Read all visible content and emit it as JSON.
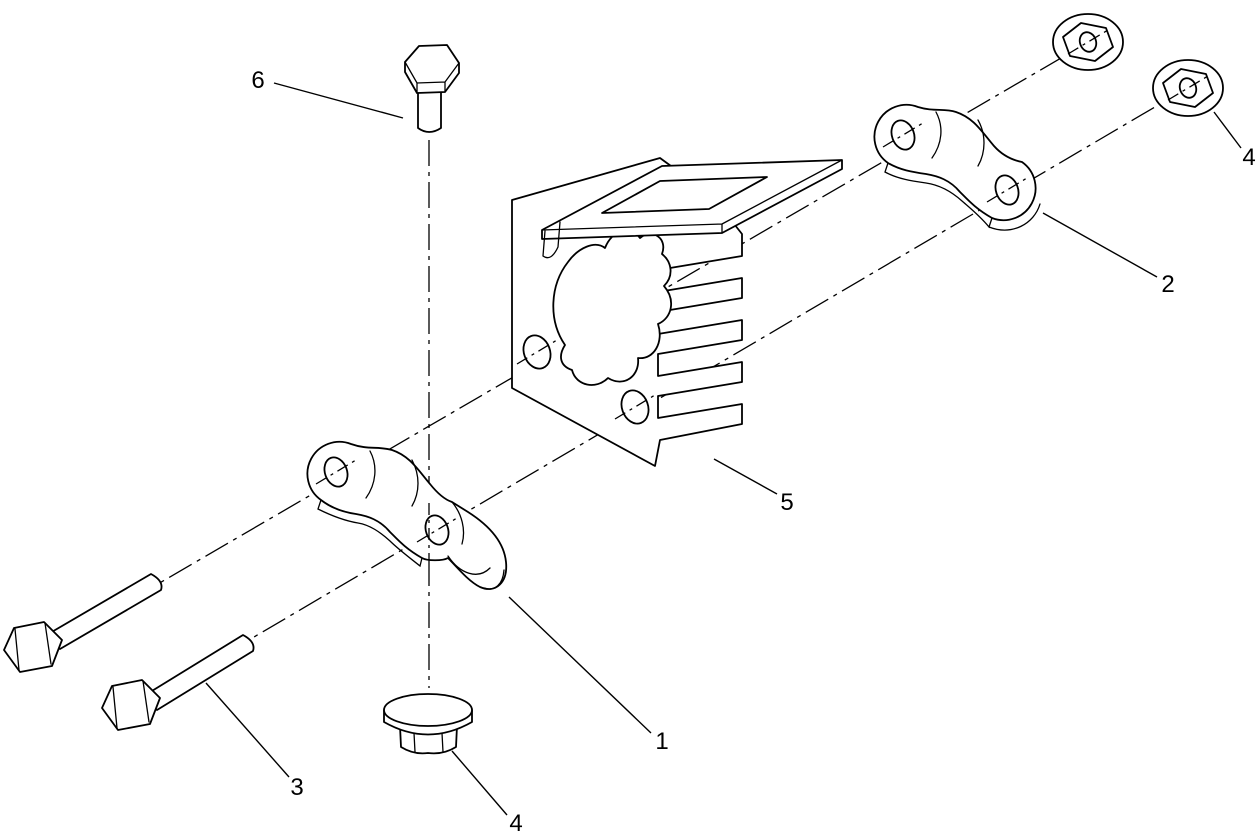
{
  "diagram": {
    "type": "exploded-parts-diagram",
    "background_color": "#ffffff",
    "line_color": "#000000",
    "callouts": {
      "c1": "1",
      "c2": "2",
      "c3": "3",
      "c4_top": "4",
      "c4_bottom": "4",
      "c5": "5",
      "c6": "6"
    }
  }
}
